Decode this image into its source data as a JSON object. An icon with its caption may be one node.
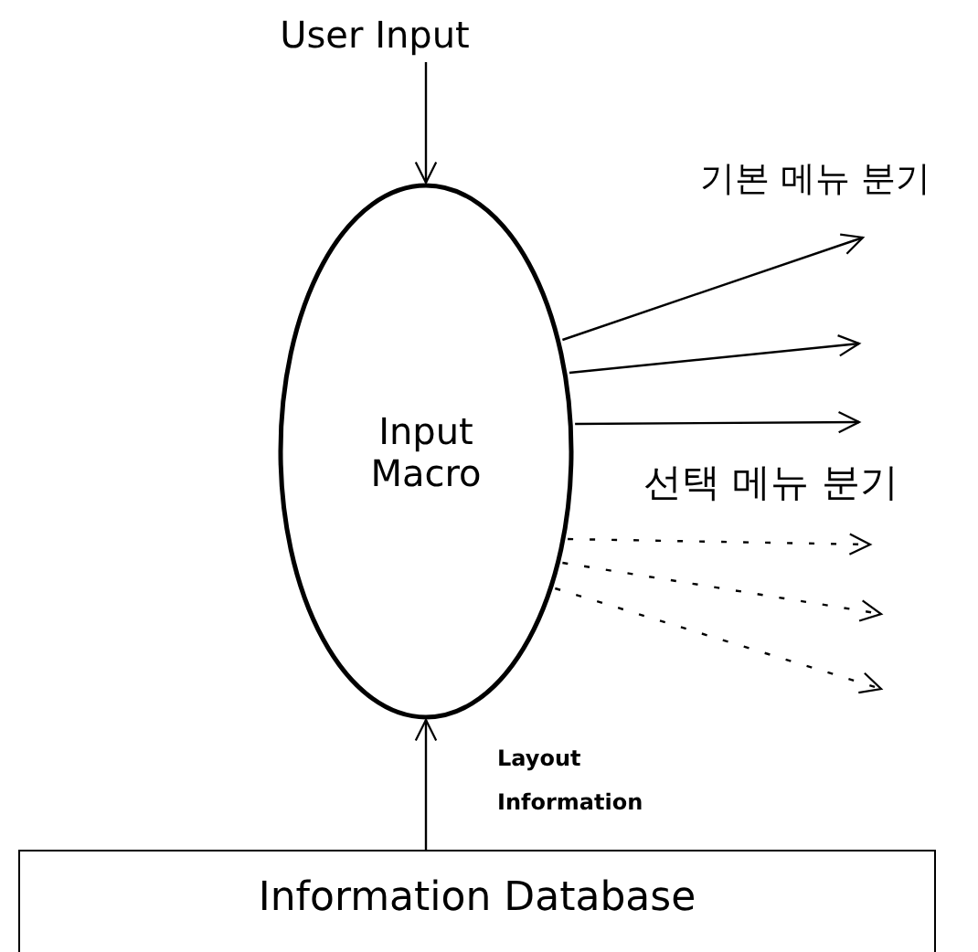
{
  "diagram": {
    "nodes": [
      {
        "text": [
          "User Input"
        ]
      },
      {
        "text": [
          "Input Macro"
        ]
      },
      {
        "text": [
          "Information Database"
        ]
      }
    ],
    "edges": [
      {
        "from": 0,
        "to": 1,
        "arrow": "to"
      },
      {
        "from": 2,
        "to": 1,
        "arrow": "to",
        "label": "Layout Information"
      },
      {
        "from": 1,
        "to": null,
        "arrow": "to"
      },
      {
        "from": 1,
        "to": null,
        "arrow": "to"
      },
      {
        "from": 1,
        "to": null,
        "arrow": "to"
      },
      {
        "from": 1,
        "to": null,
        "arrow": "to",
        "style": "dashed"
      },
      {
        "from": 1,
        "to": null,
        "arrow": "to",
        "style": "dashed"
      },
      {
        "from": 1,
        "to": null,
        "arrow": "to",
        "style": "dashed"
      }
    ],
    "labels": [
      "기본 메뉴 분기",
      "선택 메뉴 분기"
    ]
  }
}
